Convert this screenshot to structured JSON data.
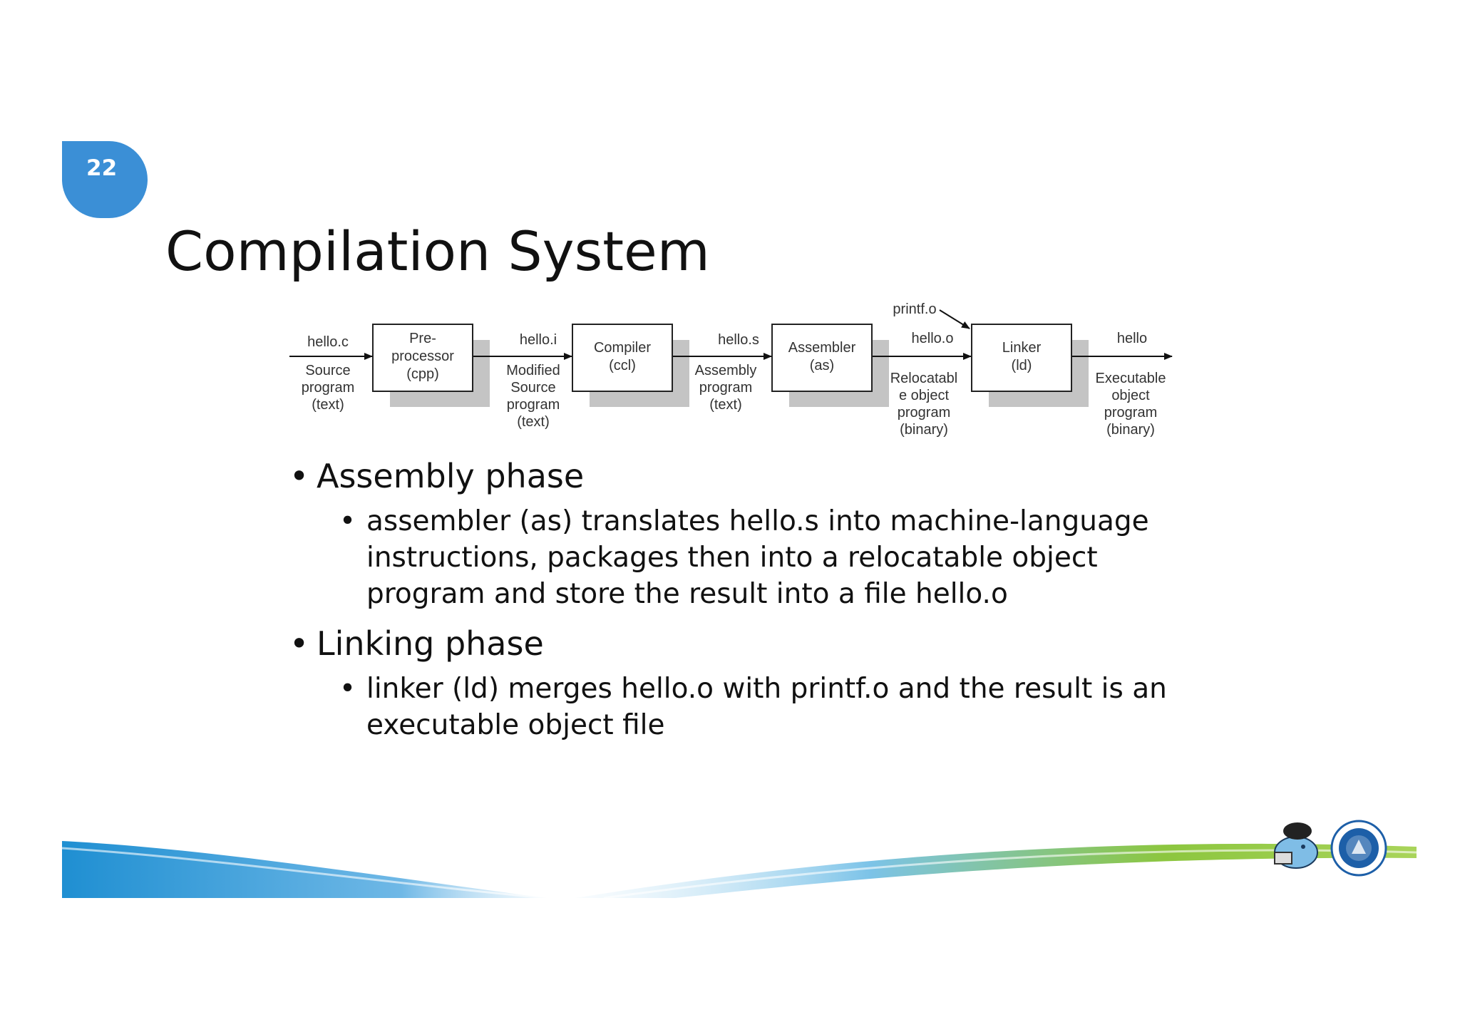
{
  "slide": {
    "number": "22",
    "title": "Compilation System"
  },
  "diagram": {
    "boxes": [
      {
        "line1": "Pre-",
        "line2": "processor",
        "line3": "(cpp)"
      },
      {
        "line1": "Compiler",
        "line2": "(ccl)"
      },
      {
        "line1": "Assembler",
        "line2": "(as)"
      },
      {
        "line1": "Linker",
        "line2": "(ld)"
      }
    ],
    "files": [
      {
        "name": "hello.c",
        "desc": [
          "Source",
          "program",
          "(text)"
        ]
      },
      {
        "name": "hello.i",
        "desc": [
          "Modified",
          "Source",
          "program",
          "(text)"
        ]
      },
      {
        "name": "hello.s",
        "desc": [
          "Assembly",
          "program",
          "(text)"
        ]
      },
      {
        "name": "hello.o",
        "desc": [
          "Relocatabl",
          "e object",
          "program",
          "(binary)"
        ]
      },
      {
        "name": "hello",
        "desc": [
          "Executable",
          "object",
          "program",
          "(binary)"
        ]
      }
    ],
    "extra_input": "printf.o"
  },
  "bullets": [
    {
      "text": "Assembly phase",
      "sub": [
        "assembler (as) translates hello.s into machine-language",
        "instructions, packages then into a relocatable object",
        "program and store the result into a file hello.o"
      ]
    },
    {
      "text": "Linking phase",
      "sub": [
        "linker (ld) merges hello.o with printf.o and the result is an",
        "executable object file"
      ]
    }
  ],
  "bullet_glyph": "•",
  "colors": {
    "badge": "#3b8fd6",
    "band_blue": "#1f8fd2",
    "band_green": "#8cc63f"
  }
}
